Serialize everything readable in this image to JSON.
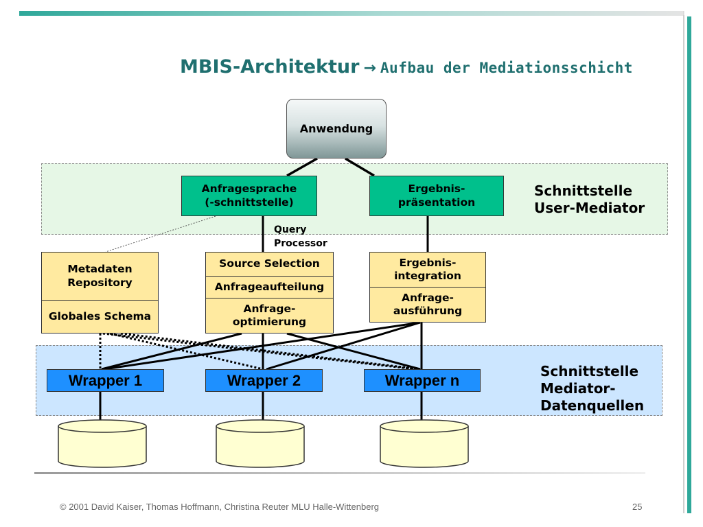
{
  "title": {
    "main": "MBIS-Architektur",
    "arrow": "→",
    "sub": "Aufbau der Mediationsschicht"
  },
  "nodes": {
    "anwendung": "Anwendung",
    "anfragesprache": [
      "Anfragesprache",
      "(-schnittstelle)"
    ],
    "ergebnis_praesentation": [
      "Ergebnis-",
      "präsentation"
    ],
    "metadaten_repository": [
      "Metadaten",
      "Repository"
    ],
    "globales_schema": "Globales Schema",
    "source_selection": "Source Selection",
    "anfrageaufteilung": "Anfrageaufteilung",
    "anfrage_optimierung": [
      "Anfrage-",
      "optimierung"
    ],
    "ergebnis_integration": [
      "Ergebnis-",
      "integration"
    ],
    "anfrage_ausfuehrung": [
      "Anfrage-",
      "ausführung"
    ],
    "wrapper_1": "Wrapper 1",
    "wrapper_2": "Wrapper 2",
    "wrapper_n": "Wrapper n"
  },
  "labels": {
    "query_processor": [
      "Query",
      "Processor"
    ],
    "schnittstelle_user_mediator": [
      "Schnittstelle",
      "User-Mediator"
    ],
    "schnittstelle_mediator_datenquellen": [
      "Schnittstelle",
      "Mediator-",
      "Datenquellen"
    ]
  },
  "footer": {
    "copyright": "© 2001 David Kaiser, Thomas Hoffmann, Christina Reuter MLU Halle-Wittenberg",
    "page_number": "25"
  },
  "colors": {
    "title": "#1f6f6f",
    "green_box": "#00c08c",
    "yellow_box": "#ffeaa0",
    "wrapper_box": "#1e90ff",
    "band_green": "#e6f7e6",
    "band_blue": "#cce6ff",
    "accent_bar": "#2fa89a"
  }
}
